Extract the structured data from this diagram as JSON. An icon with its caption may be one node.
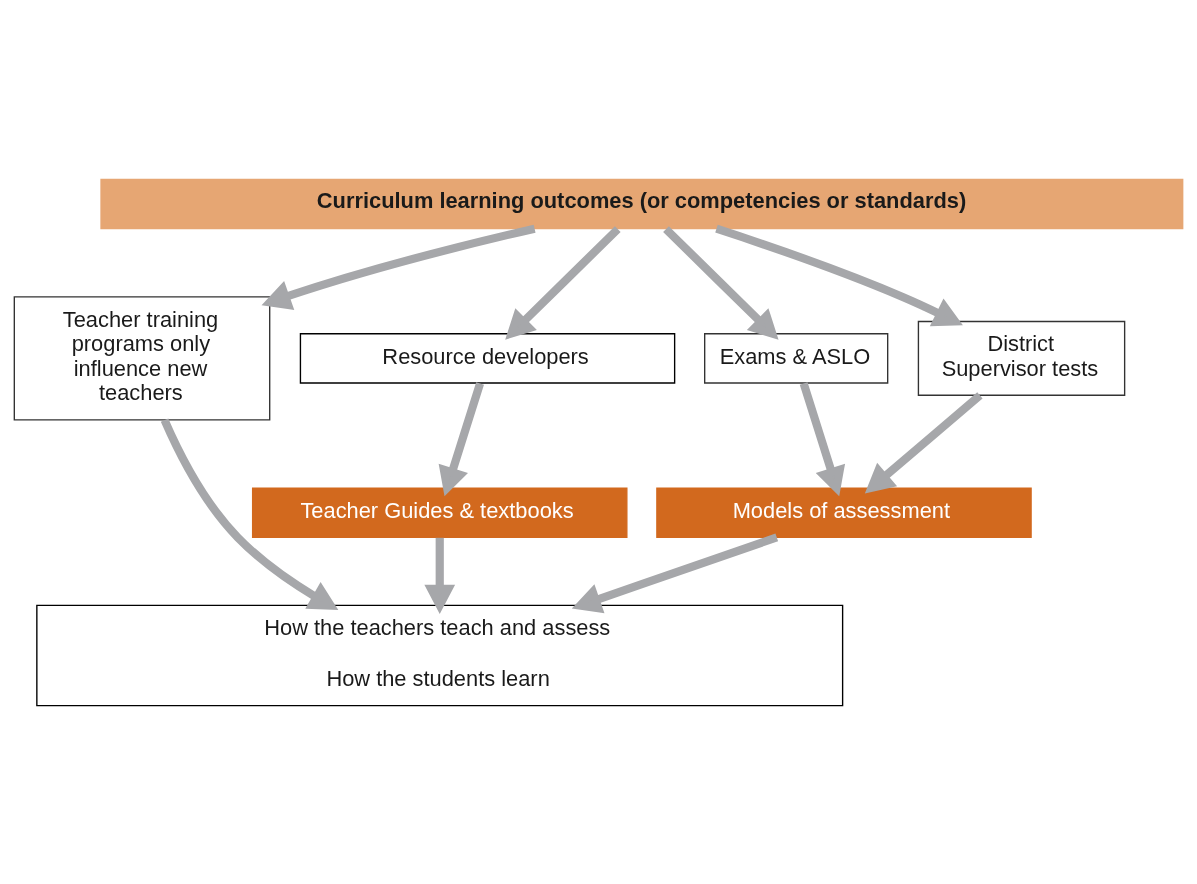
{
  "diagram": {
    "nodes": [
      {
        "text": [
          "Curriculum learning outcomes (or competencies or standards)"
        ]
      },
      {
        "text": [
          "Teacher training programs only influence new teachers"
        ]
      },
      {
        "text": [
          "Resource developers"
        ]
      },
      {
        "text": [
          "Exams & ASLO"
        ]
      },
      {
        "text": [
          "District Supervisor tests"
        ]
      },
      {
        "text": [
          "Teacher Guides & textbooks"
        ]
      },
      {
        "text": [
          "Models of assessment"
        ]
      },
      {
        "text": [
          "How the teachers teach and assess",
          "How the students learn"
        ]
      }
    ],
    "edges": [
      {
        "from": 0,
        "to": 1,
        "arrow": "to"
      },
      {
        "from": 0,
        "to": 2,
        "arrow": "to"
      },
      {
        "from": 0,
        "to": 3,
        "arrow": "to"
      },
      {
        "from": 0,
        "to": 4,
        "arrow": "to"
      },
      {
        "from": 1,
        "to": 7,
        "arrow": "to"
      },
      {
        "from": 2,
        "to": 5,
        "arrow": "to"
      },
      {
        "from": 3,
        "to": 6,
        "arrow": "to"
      },
      {
        "from": 4,
        "to": 6,
        "arrow": "to"
      },
      {
        "from": 5,
        "to": 7,
        "arrow": "to"
      },
      {
        "from": 6,
        "to": 7,
        "arrow": "to"
      }
    ]
  }
}
